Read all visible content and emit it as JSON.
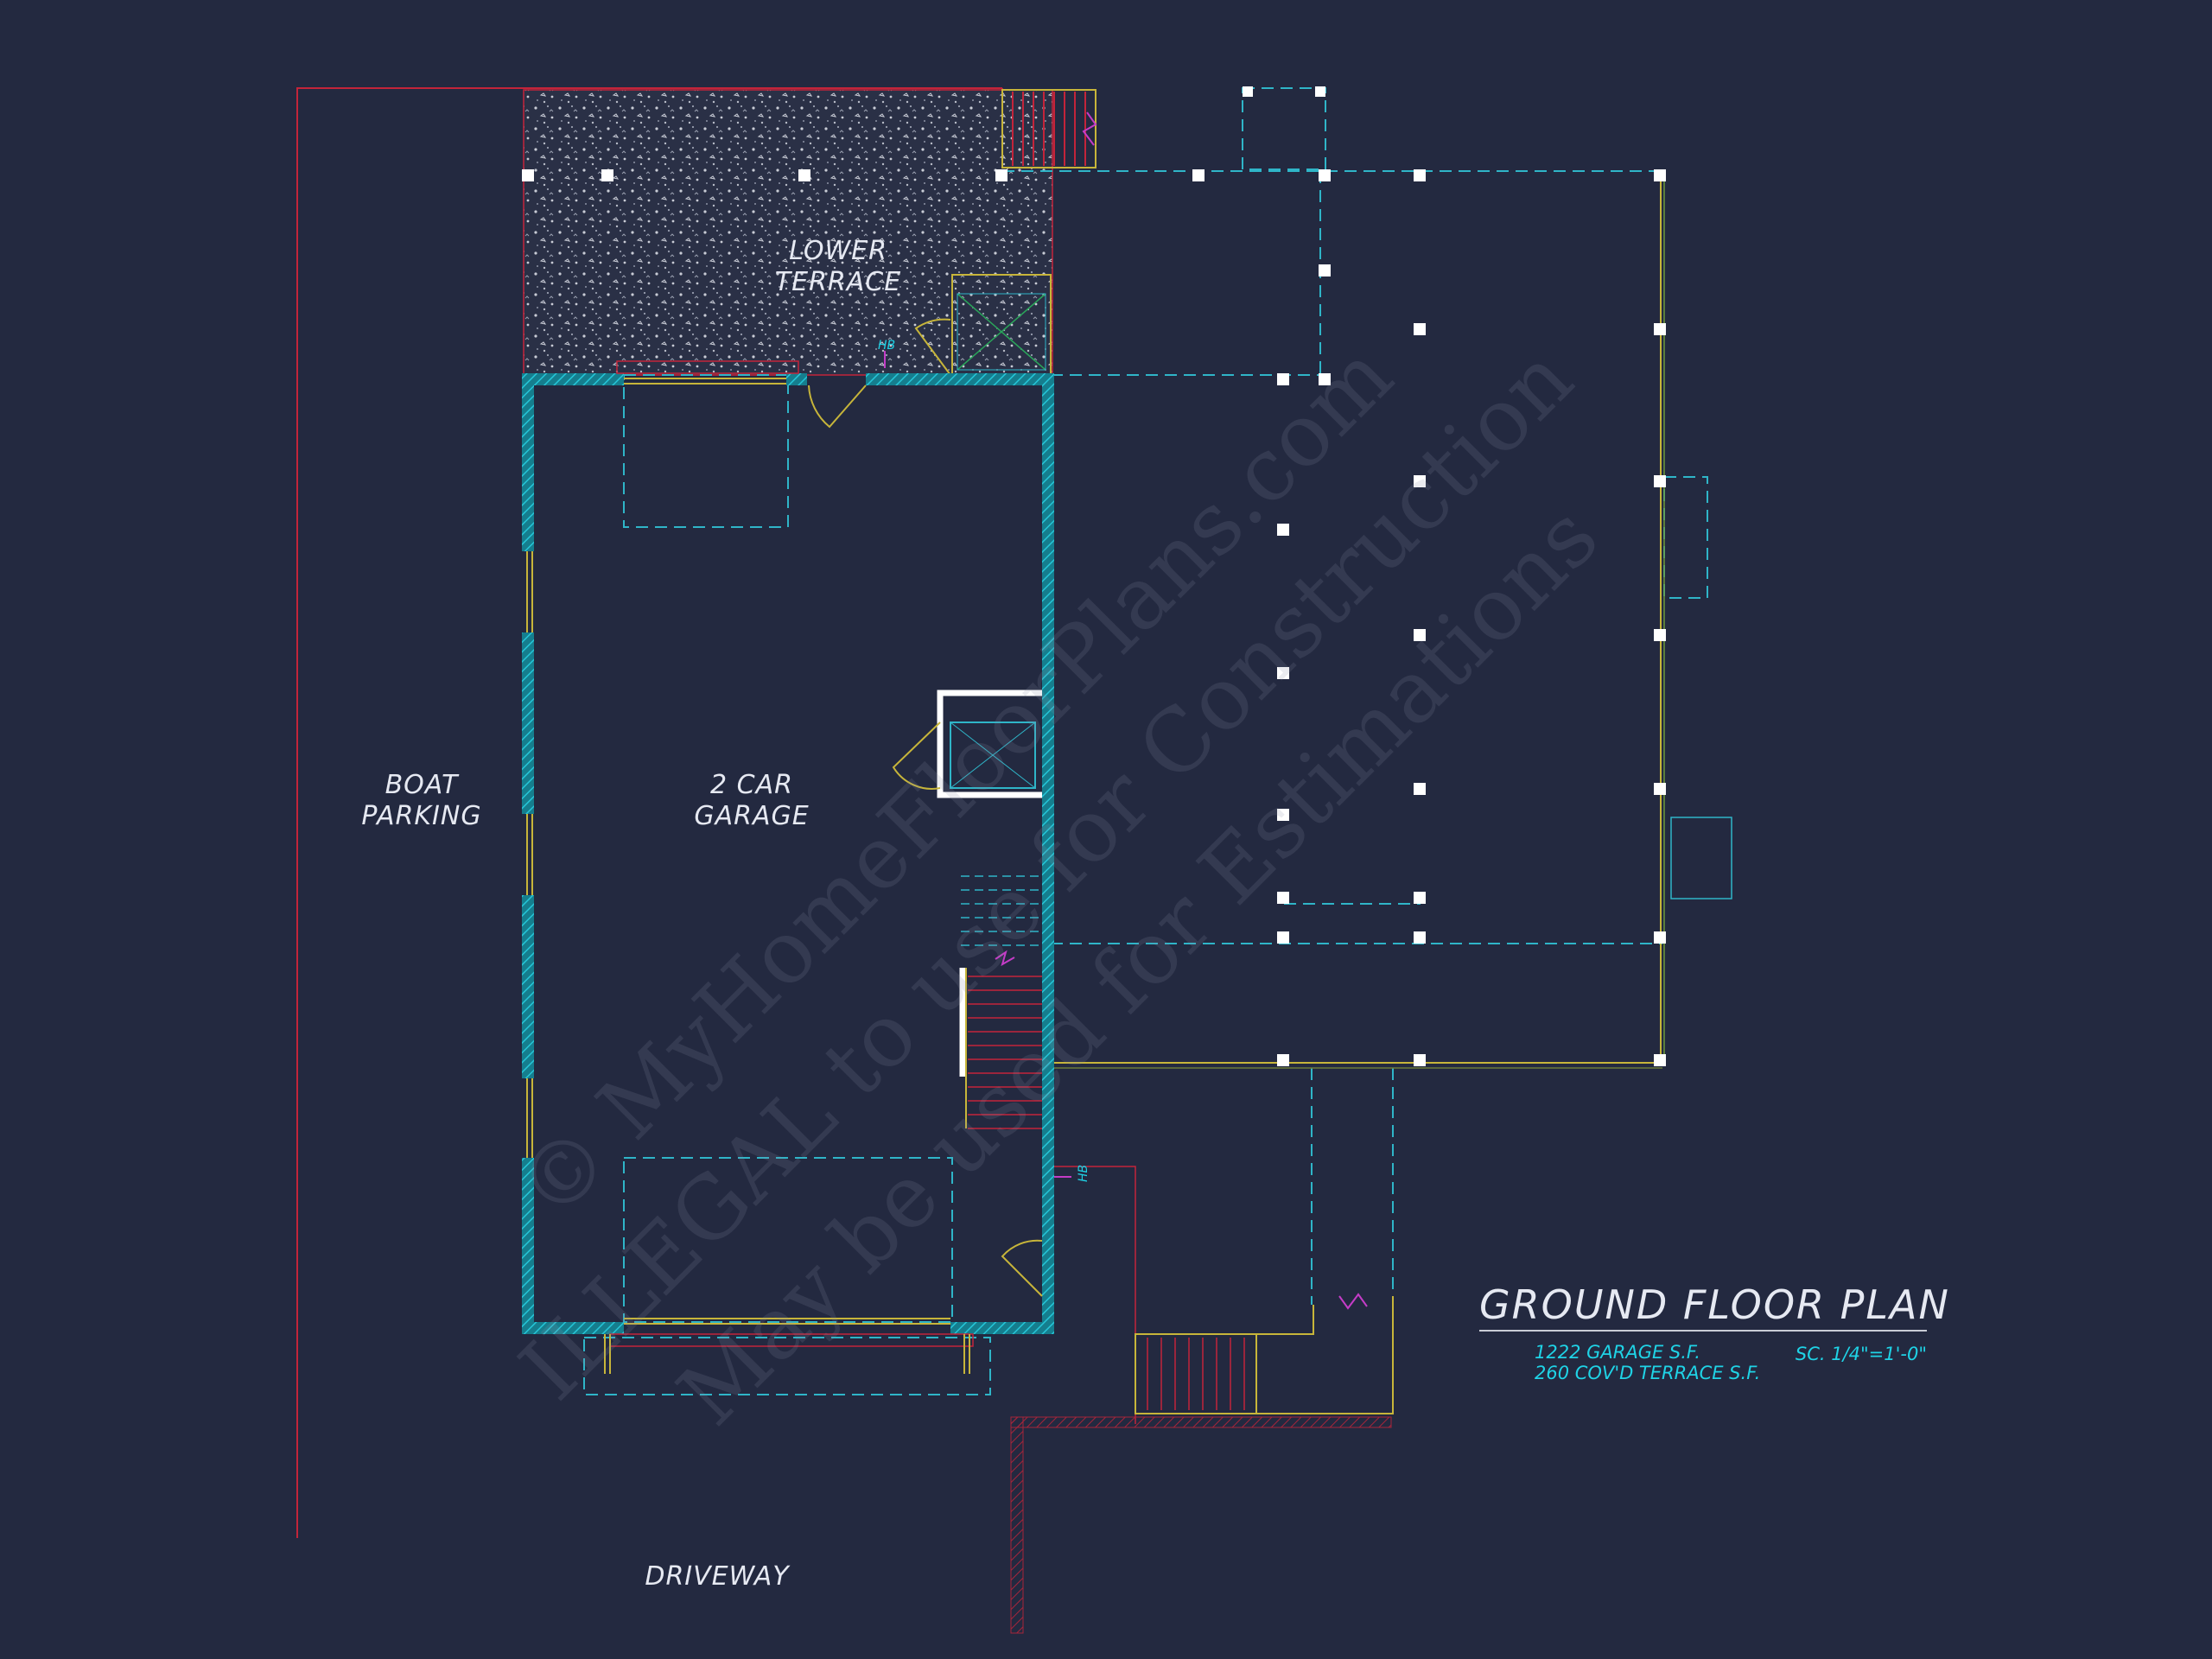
{
  "labels": {
    "lower_terrace_1": "LOWER",
    "lower_terrace_2": "TERRACE",
    "boat_1": "BOAT",
    "boat_2": "PARKING",
    "garage_1": "2 CAR",
    "garage_2": "GARAGE",
    "driveway": "DRIVEWAY",
    "hb_top": "HB",
    "hb_side": "HB"
  },
  "title_block": {
    "title": "GROUND FLOOR PLAN",
    "garage_sf": "1222 GARAGE S.F.",
    "terrace_sf": "260 COV'D TERRACE S.F.",
    "scale": "SC. 1/4\"=1'-0\""
  },
  "watermark": {
    "line1": "© MyHomeFloorPlans.com",
    "line2": "ILLEGAL to use for Construction",
    "line3": "May be used for Estimations"
  },
  "colors": {
    "background": "#232940",
    "wall_teal": "#17a7b8",
    "property_line_red": "#c3243a",
    "dash_cyan": "#2fb5c8",
    "yellow": "#c7b53a",
    "magenta": "#c43cc7",
    "text": "#e6e9f2",
    "cyan_text": "#1fd3e6"
  }
}
